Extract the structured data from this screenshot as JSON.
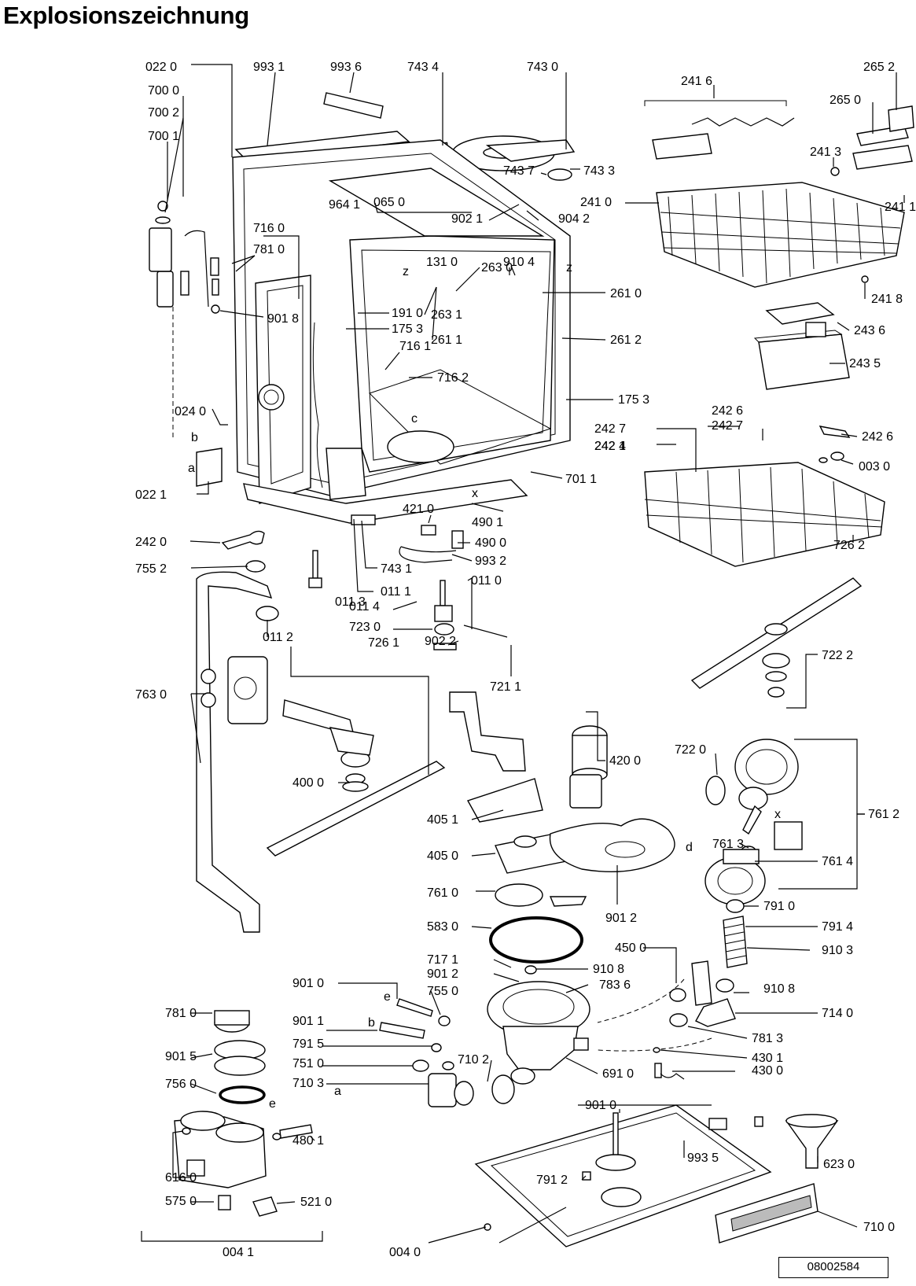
{
  "title": "Explosionszeichnung",
  "document_number": "08002584",
  "letters": [
    "z",
    "z",
    "c",
    "x",
    "b",
    "a",
    "e",
    "b",
    "d",
    "x",
    "e",
    "a"
  ],
  "labels": [
    "022 0",
    "993 1",
    "993 6",
    "743 4",
    "743 0",
    "265 2",
    "700 0",
    "700 2",
    "700 1",
    "241 6",
    "265 0",
    "743 7",
    "743 3",
    "241 3",
    "241 0",
    "241 1",
    "964 1",
    "065 0",
    "902 1",
    "904 2",
    "716 0",
    "781 0",
    "910 4",
    "131 0",
    "263 0",
    "261 0",
    "241 8",
    "901 8",
    "191 0",
    "175 3",
    "263 1",
    "261 1",
    "261 2",
    "243 6",
    "716 1",
    "716 2",
    "243 5",
    "175 3",
    "024 0",
    "242 6",
    "242 7",
    "242 7",
    "242 4",
    "242 6",
    "242 1",
    "003 0",
    "701 1",
    "022 1",
    "490 1",
    "421 0",
    "490 0",
    "993 2",
    "242 0",
    "726 2",
    "755 2",
    "743 1",
    "011 1",
    "011 0",
    "011 3",
    "011 4",
    "723 0",
    "011 2",
    "902 2",
    "721 1",
    "722 2",
    "726 1",
    "763 0",
    "420 0",
    "722 0",
    "400 0",
    "761 2",
    "405 1",
    "761 3",
    "405 0",
    "761 4",
    "761 0",
    "901 2",
    "791 0",
    "583 0",
    "791 4",
    "450 0",
    "910 3",
    "717 1",
    "910 8",
    "901 2",
    "910 8",
    "783 6",
    "901 0",
    "755 0",
    "714 0",
    "781 0",
    "901 1",
    "781 3",
    "791 5",
    "430 1",
    "710 2",
    "901 5",
    "751 0",
    "691 0",
    "430 0",
    "710 3",
    "756 0",
    "901 0",
    "480 1",
    "993 5",
    "623 0",
    "791 2",
    "616 0",
    "575 0",
    "521 0",
    "710 0",
    "004 1",
    "004 0"
  ]
}
